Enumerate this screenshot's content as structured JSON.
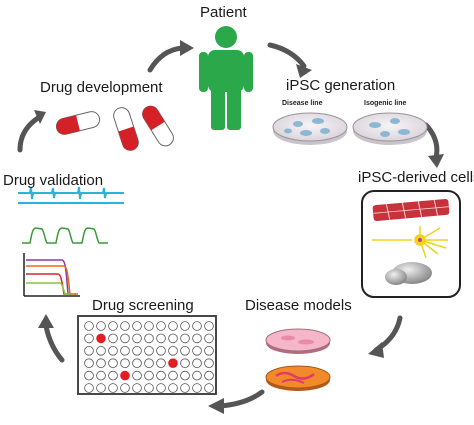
{
  "diagram": {
    "steps": {
      "patient": "Patient",
      "ipsc_generation": "iPSC generation",
      "ipsc_derived_cells": "iPSC-derived cells",
      "disease_models": "Disease models",
      "drug_screening": "Drug screening",
      "drug_validation": "Drug validation",
      "drug_development": "Drug development"
    },
    "dish_labels": {
      "disease_line": "Disease line",
      "isogenic_line": "Isogenic line"
    },
    "colors": {
      "patient": "#2aa84a",
      "capsule_red": "#d42127",
      "arrow": "#555555",
      "screen_dot": "#e01e24",
      "trace_cyan": "#2ab4dc",
      "trace_green": "#3a9a3a",
      "neuron_yellow": "#f2d21a",
      "muscle_red": "#c8323a",
      "dish_blue": "#8bb8d4",
      "dish_pink": "#f4b6c8",
      "dish_orange": "#f28a2a"
    },
    "icons": [
      "person-icon",
      "capsule-icon",
      "petri-dish-icon",
      "muscle-cell-icon",
      "neuron-icon",
      "organoid-icon",
      "well-plate-icon",
      "cycle-arrow-icon"
    ]
  }
}
